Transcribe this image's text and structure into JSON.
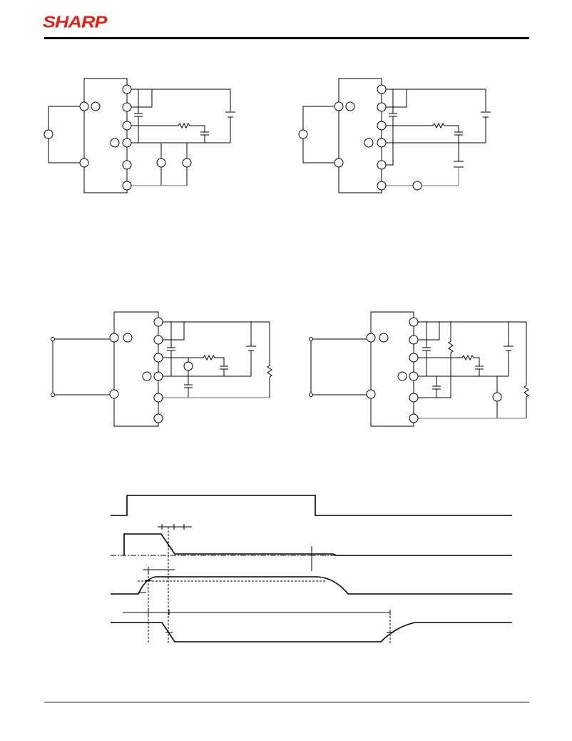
{
  "header": {
    "logo_text": "SHARP",
    "brand_color": "#e2231a"
  },
  "figures": [
    {
      "id": "test-circuit-1"
    },
    {
      "id": "test-circuit-2"
    },
    {
      "id": "test-circuit-3"
    },
    {
      "id": "test-circuit-4"
    },
    {
      "id": "timing-diagram"
    }
  ]
}
